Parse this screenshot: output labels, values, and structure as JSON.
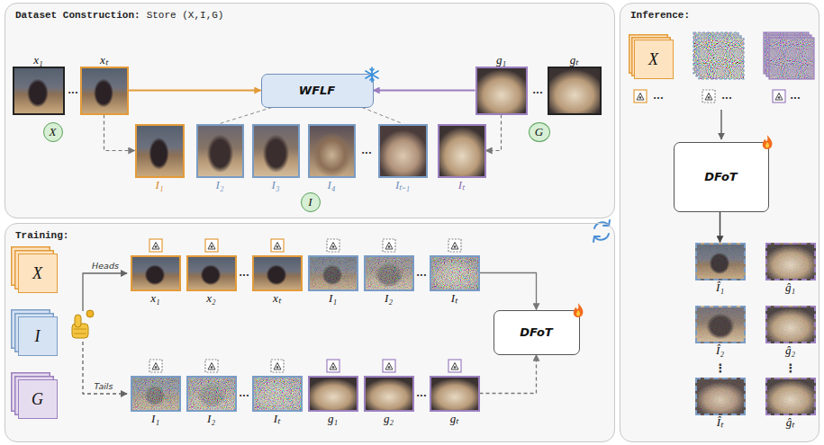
{
  "diagram": {
    "nodes": [
      {
        "text": [
          "Dataset Construction:",
          "Store (X,I,G)"
        ]
      },
      {
        "text": [
          "x₁"
        ],
        "in": 0
      },
      {
        "text": [
          "xₜ"
        ],
        "in": 0
      },
      {
        "text": [
          "WFLF"
        ],
        "in": 0
      },
      {
        "text": [
          "g₁"
        ],
        "in": 0
      },
      {
        "text": [
          "gₜ"
        ],
        "in": 0
      },
      {
        "text": [
          "X"
        ],
        "in": 0
      },
      {
        "text": [
          "G"
        ],
        "in": 0
      },
      {
        "text": [
          "I₁"
        ],
        "in": 0
      },
      {
        "text": [
          "I₂"
        ],
        "in": 0
      },
      {
        "text": [
          "I₃"
        ],
        "in": 0
      },
      {
        "text": [
          "I₄"
        ],
        "in": 0
      },
      {
        "text": [
          "Iₜ₋₁"
        ],
        "in": 0
      },
      {
        "text": [
          "Iₜ"
        ],
        "in": 0
      },
      {
        "text": [
          "I"
        ],
        "in": 0
      },
      {
        "text": [
          "Training:"
        ]
      },
      {
        "text": [
          "X"
        ],
        "in": 15
      },
      {
        "text": [
          "I"
        ],
        "in": 15
      },
      {
        "text": [
          "G"
        ],
        "in": 15
      },
      {
        "text": [
          "x₁"
        ],
        "in": 15
      },
      {
        "text": [
          "x₂"
        ],
        "in": 15
      },
      {
        "text": [
          "xₜ"
        ],
        "in": 15
      },
      {
        "text": [
          "I₁"
        ],
        "in": 15
      },
      {
        "text": [
          "I₂"
        ],
        "in": 15
      },
      {
        "text": [
          "Iₜ"
        ],
        "in": 15
      },
      {
        "text": [
          "I₁"
        ],
        "in": 15
      },
      {
        "text": [
          "I₂"
        ],
        "in": 15
      },
      {
        "text": [
          "Iₜ"
        ],
        "in": 15
      },
      {
        "text": [
          "g₁"
        ],
        "in": 15
      },
      {
        "text": [
          "g₂"
        ],
        "in": 15
      },
      {
        "text": [
          "gₜ"
        ],
        "in": 15
      },
      {
        "text": [
          "DFoT"
        ],
        "in": 15
      },
      {
        "text": [
          "Inference:"
        ]
      },
      {
        "text": [
          "X"
        ],
        "in": 32
      },
      {
        "text": [
          "DFoT"
        ],
        "in": 32
      },
      {
        "text": [
          "Î₁"
        ],
        "in": 32
      },
      {
        "text": [
          "ĝ₁"
        ],
        "in": 32
      },
      {
        "text": [
          "Î₂"
        ],
        "in": 32
      },
      {
        "text": [
          "ĝ₂"
        ],
        "in": 32
      },
      {
        "text": [
          "Îₜ"
        ],
        "in": 32
      },
      {
        "text": [
          "ĝₜ"
        ],
        "in": 32
      }
    ],
    "edges": [
      {
        "from": 2,
        "to": 3,
        "arrow": "to"
      },
      {
        "from": 4,
        "to": 3,
        "arrow": "to"
      },
      {
        "from": 3,
        "to": 9,
        "arrow": "none"
      },
      {
        "from": 3,
        "to": 12,
        "arrow": "none"
      },
      {
        "from": 2,
        "to": 8,
        "arrow": "to"
      },
      {
        "from": 4,
        "to": 13,
        "arrow": "to"
      },
      {
        "from": 24,
        "to": 31,
        "arrow": "to"
      },
      {
        "from": 30,
        "to": 31,
        "arrow": "to"
      },
      {
        "from": 34,
        "to": 35,
        "arrow": "to"
      }
    ],
    "labels": [
      "...",
      "...",
      "...",
      "Heads",
      "Tails",
      "...",
      "...",
      "...",
      "...",
      "...",
      "...",
      "...",
      "⋮",
      "⋮"
    ]
  }
}
